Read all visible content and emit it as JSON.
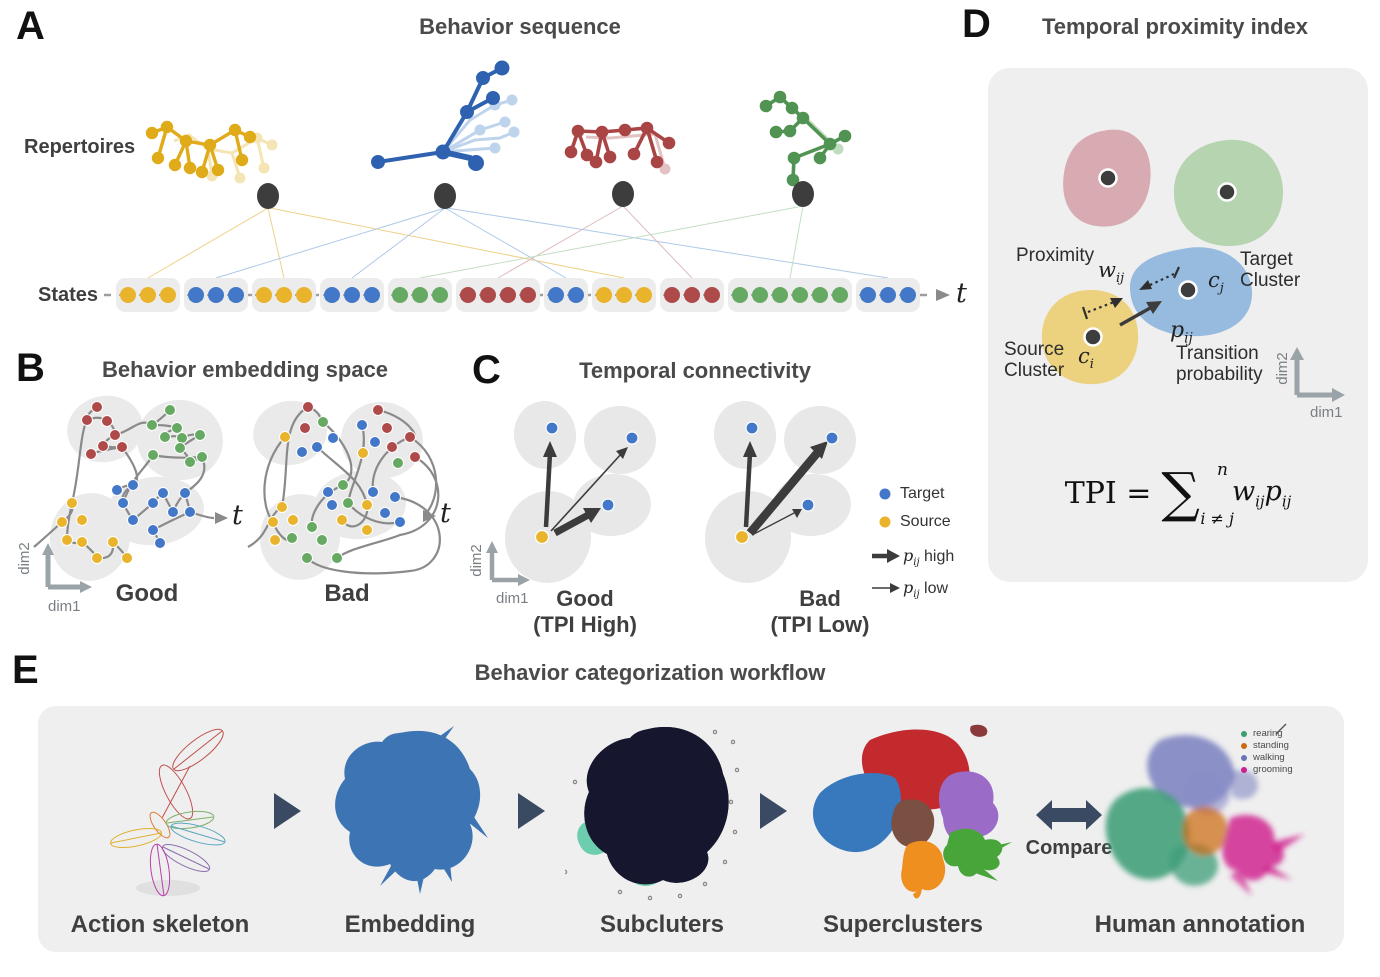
{
  "colors": {
    "yellow": "#e9b32c",
    "blue": "#4377c8",
    "red": "#ae4a49",
    "green": "#66a963",
    "dark_navy": "#3b4a63",
    "blob_gray": "#e9e9e9",
    "d_pink": "#d8aab2",
    "d_green": "#b7d4b0",
    "d_blue": "#96bbdf",
    "d_yellow": "#ecd27e"
  },
  "panelA": {
    "letter": "A",
    "title": "Behavior sequence",
    "repertoires_label": "Repertoires",
    "states_label": "States",
    "t_label": "t",
    "state_groups": [
      {
        "color": "yellow",
        "count": 3
      },
      {
        "color": "blue",
        "count": 3
      },
      {
        "color": "yellow",
        "count": 3
      },
      {
        "color": "blue",
        "count": 3
      },
      {
        "color": "green",
        "count": 3
      },
      {
        "color": "red",
        "count": 4
      },
      {
        "color": "blue",
        "count": 2
      },
      {
        "color": "yellow",
        "count": 3
      },
      {
        "color": "red",
        "count": 3
      },
      {
        "color": "green",
        "count": 6
      },
      {
        "color": "blue",
        "count": 3
      }
    ]
  },
  "panelB": {
    "letter": "B",
    "title": "Behavior embedding space",
    "good_label": "Good",
    "bad_label": "Bad",
    "dim1": "dim1",
    "dim2": "dim2",
    "t_label": "t"
  },
  "panelC": {
    "letter": "C",
    "title": "Temporal connectivity",
    "good_label": "Good",
    "good_sub": "(TPI High)",
    "bad_label": "Bad",
    "bad_sub": "(TPI Low)",
    "dim1": "dim1",
    "dim2": "dim2",
    "legend": {
      "target": "Target",
      "source": "Source",
      "p_high": {
        "base": "p",
        "sub": "ij",
        "text": " high"
      },
      "p_low": {
        "base": "p",
        "sub": "ij",
        "text": " low"
      }
    }
  },
  "panelD": {
    "letter": "D",
    "title": "Temporal proximity index",
    "proximity": "Proximity",
    "target_line1": "Target",
    "target_line2": "Cluster",
    "source_line1": "Source",
    "source_line2": "Cluster",
    "transition_line1": "Transition",
    "transition_line2": "probability",
    "w": {
      "base": "w",
      "sub": "ij"
    },
    "cj": {
      "base": "c",
      "sub": "j"
    },
    "ci": {
      "base": "c",
      "sub": "i"
    },
    "pij": {
      "base": "p",
      "sub": "ij"
    },
    "dim1": "dim1",
    "dim2": "dim2",
    "formula": {
      "lhs": "TPI =",
      "sigma": "∑",
      "sup": "n",
      "sub": "i ≠ j",
      "w_base": "w",
      "w_sub": "ij",
      "p_base": "p",
      "p_sub": "ij"
    }
  },
  "panelE": {
    "letter": "E",
    "title": "Behavior categorization workflow",
    "stages": [
      "Action skeleton",
      "Embedding",
      "Subcluters",
      "Superclusters",
      "Human annotation"
    ],
    "compare_label": "Compare",
    "annotation_legend": [
      {
        "label": "rearing",
        "color": "#3a9e70"
      },
      {
        "label": "standing",
        "color": "#cc6b0e"
      },
      {
        "label": "walking",
        "color": "#6a74b8"
      },
      {
        "label": "grooming",
        "color": "#cc1f8e"
      }
    ]
  }
}
